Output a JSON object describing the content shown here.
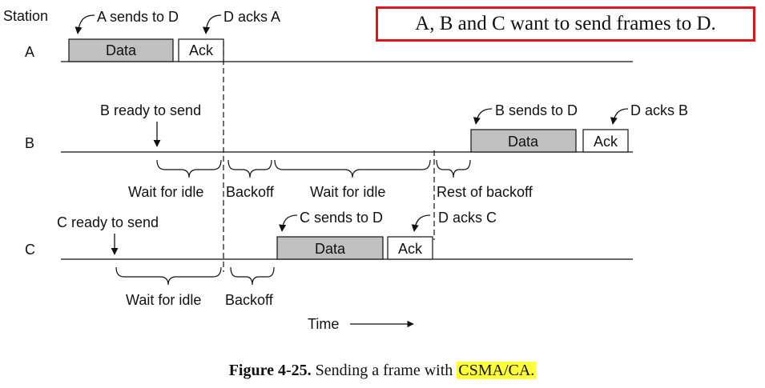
{
  "header": {
    "station_label": "Station"
  },
  "stations": [
    {
      "id": "A",
      "label": "A"
    },
    {
      "id": "B",
      "label": "B"
    },
    {
      "id": "C",
      "label": "C"
    }
  ],
  "frames": {
    "a_data": "Data",
    "a_ack": "Ack",
    "b_data": "Data",
    "b_ack": "Ack",
    "c_data": "Data",
    "c_ack": "Ack"
  },
  "annotations": {
    "a_sends": "A sends to D",
    "d_acks_a": "D acks A",
    "b_ready": "B ready to send",
    "b_sends": "B sends to D",
    "d_acks_b": "D acks B",
    "c_ready": "C ready to send",
    "c_sends": "C sends to D",
    "d_acks_c": "D acks C"
  },
  "braces": {
    "b_wait": "Wait for idle",
    "b_backoff": "Backoff",
    "b_wait2": "Wait for idle",
    "b_rest": "Rest of backoff",
    "c_wait": "Wait for idle",
    "c_backoff": "Backoff"
  },
  "time_label": "Time",
  "note": "A, B and C want to send frames to D.",
  "caption": {
    "figure": "Figure 4-25.",
    "text": "Sending a frame with",
    "highlight": "CSMA/CA."
  },
  "colors": {
    "frame_fill": "#c0c0c0",
    "note_border": "#e0141b",
    "highlight": "#ffff3a"
  }
}
